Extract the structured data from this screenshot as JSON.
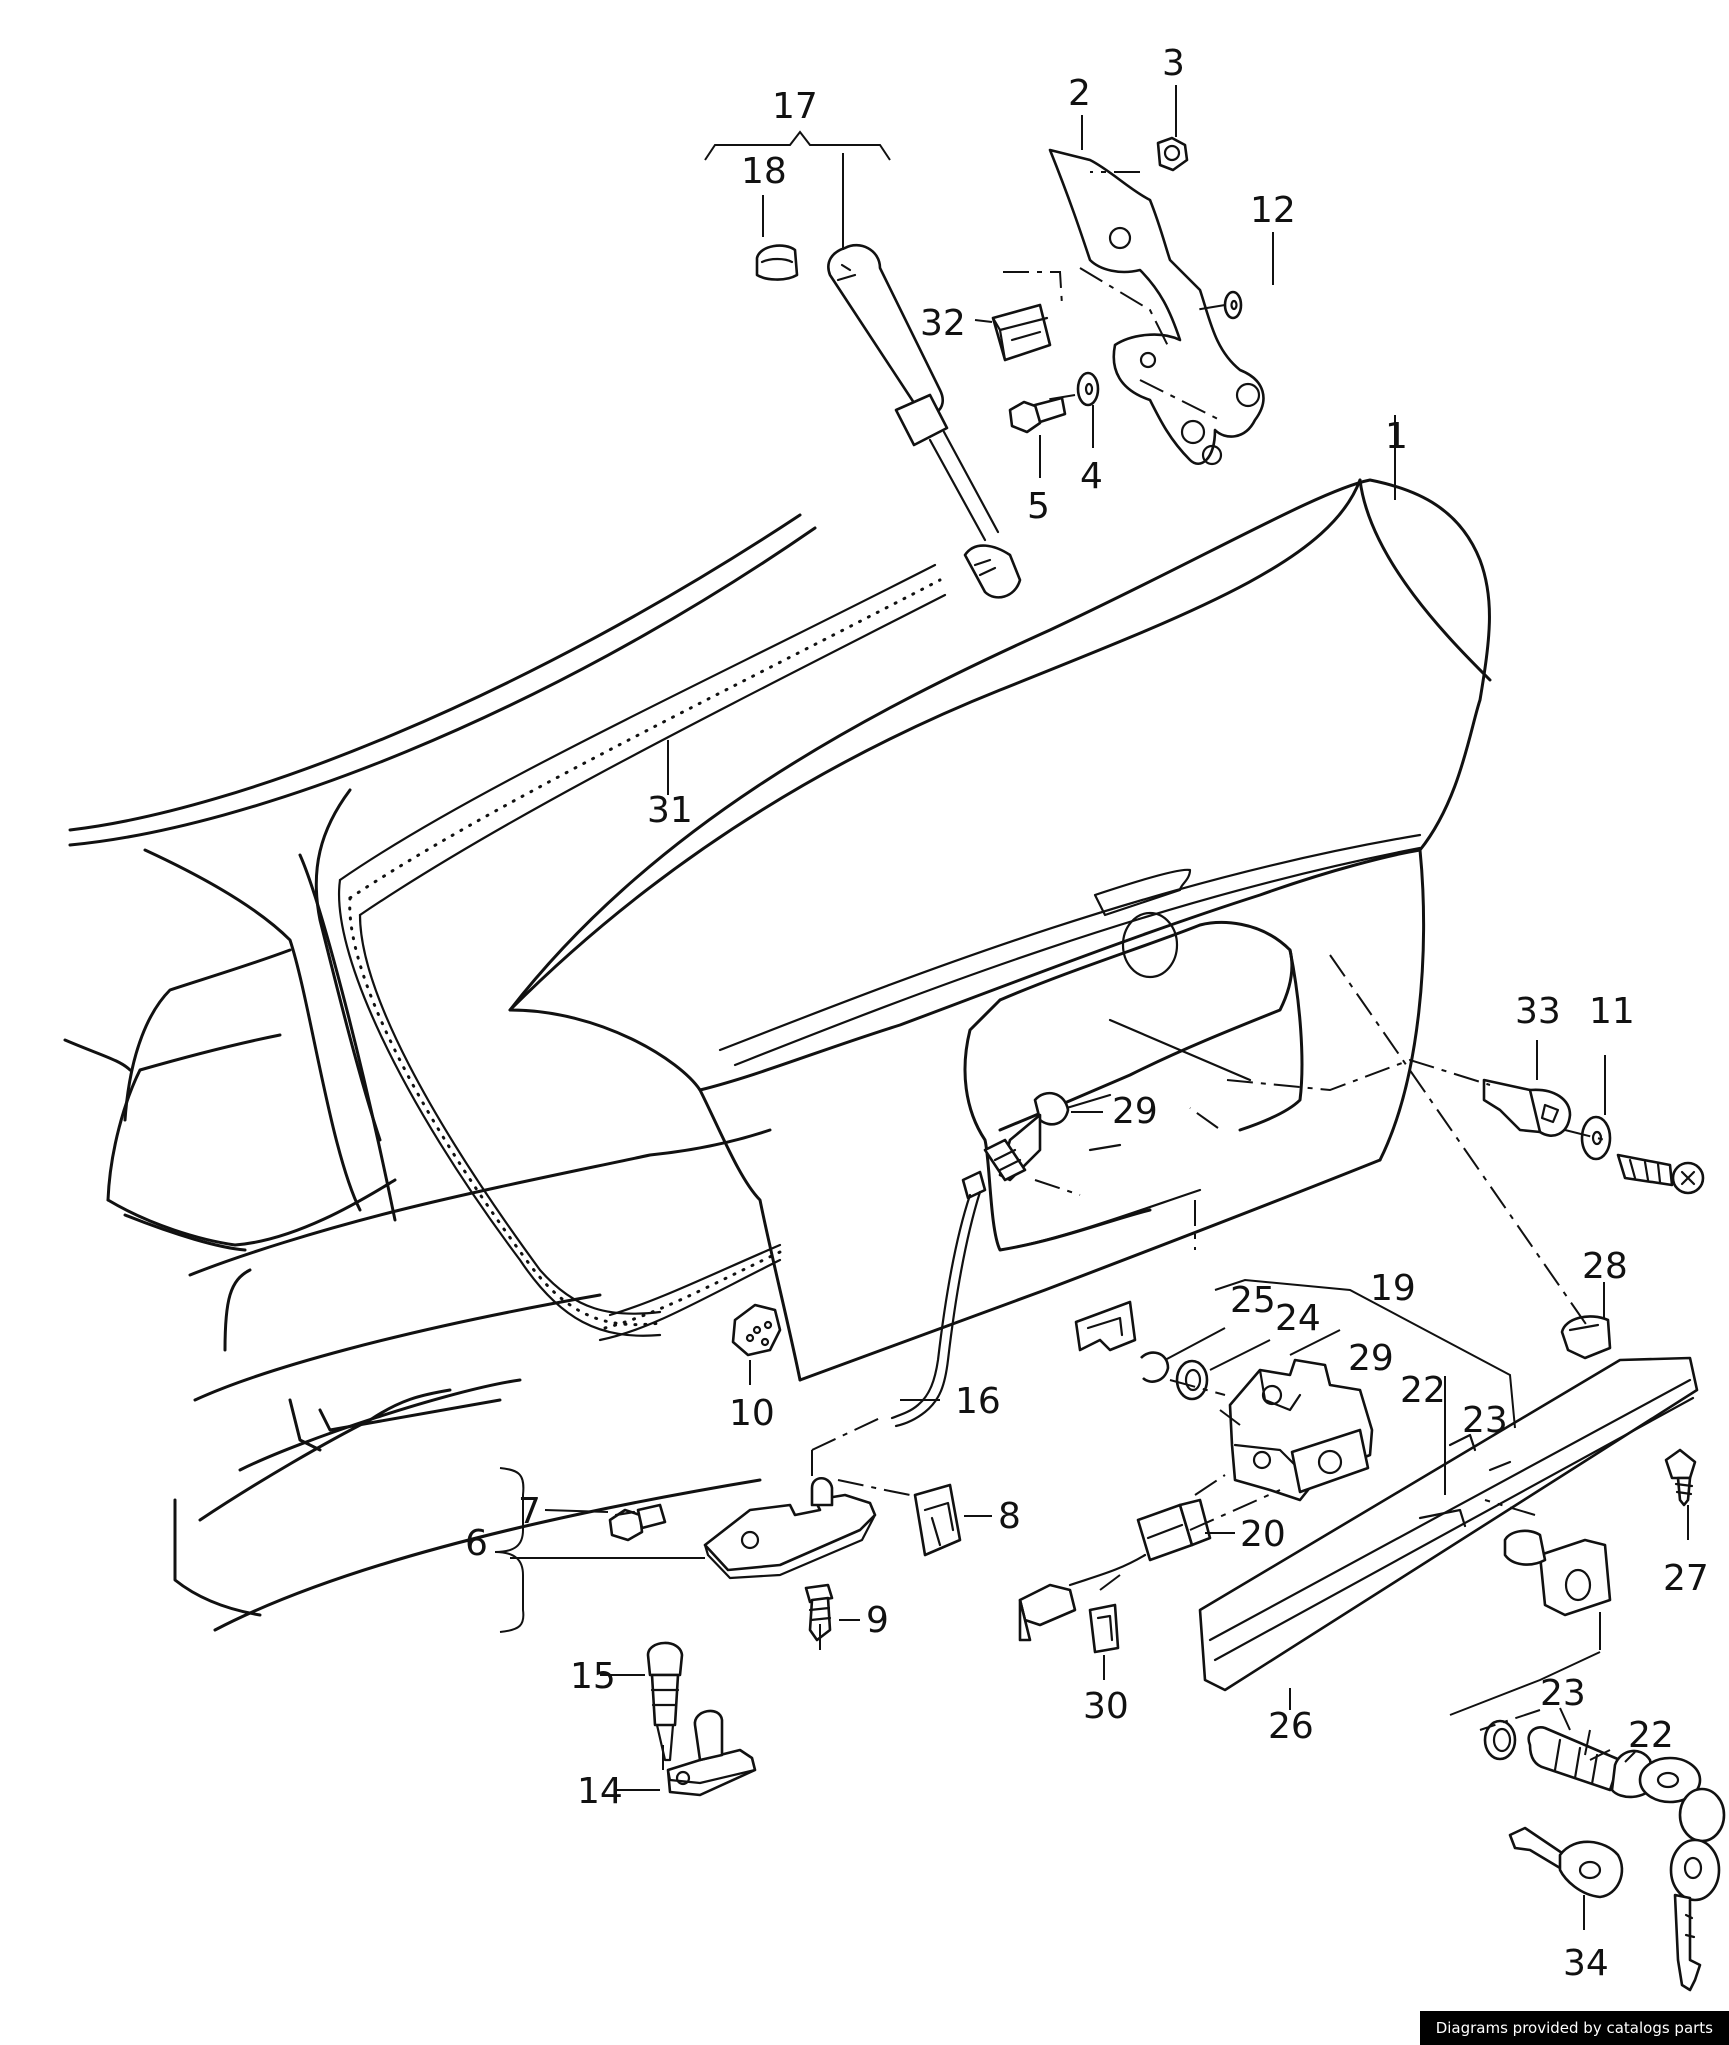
{
  "callouts": {
    "c1": "1",
    "c2": "2",
    "c3": "3",
    "c4": "4",
    "c5": "5",
    "c6": "6",
    "c7": "7",
    "c8": "8",
    "c9": "9",
    "c10": "10",
    "c11": "11",
    "c12": "12",
    "c14": "14",
    "c15": "15",
    "c16": "16",
    "c17": "17",
    "c18": "18",
    "c19": "19",
    "c20": "20",
    "c22a": "22",
    "c22b": "22",
    "c23a": "23",
    "c23b": "23",
    "c24": "24",
    "c25": "25",
    "c26": "26",
    "c27": "27",
    "c28": "28",
    "c29a": "29",
    "c29b": "29",
    "c30": "30",
    "c31": "31",
    "c32": "32",
    "c33": "33",
    "c34": "34"
  },
  "credit": "Diagrams provided by catalogs parts"
}
